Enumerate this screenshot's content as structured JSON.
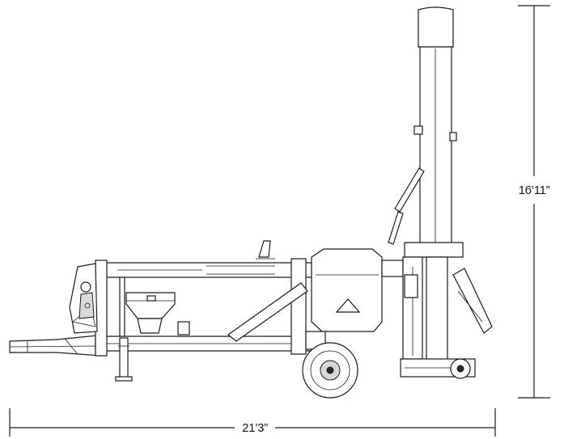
{
  "drawing": {
    "subject": "machine-side-elevation",
    "dimensions": {
      "height_label": "16’11”",
      "length_label": "21’3”"
    },
    "colors": {
      "line": "#1a1a1a",
      "background": "#ffffff",
      "shade": "#d9d9d9"
    }
  }
}
